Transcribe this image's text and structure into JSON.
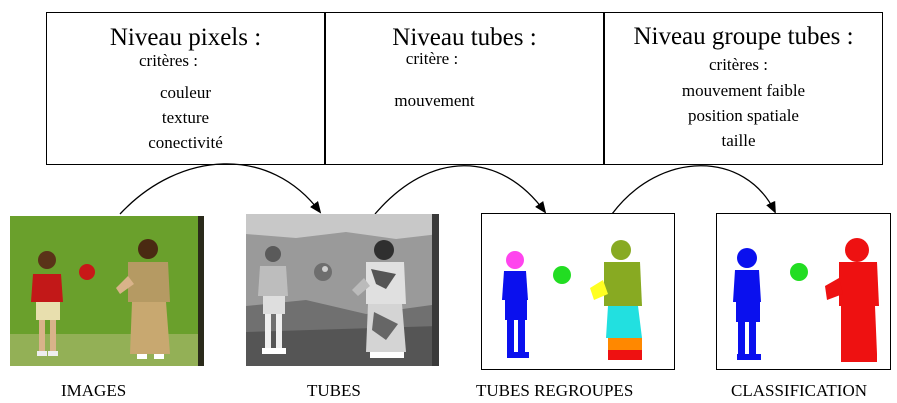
{
  "boxes": [
    {
      "title": "Niveau pixels :",
      "subtitle": "critères :",
      "items": [
        "couleur",
        "texture",
        "conectivité"
      ]
    },
    {
      "title": "Niveau tubes :",
      "subtitle": "critère :",
      "items": [
        "mouvement"
      ]
    },
    {
      "title": "Niveau groupe tubes :",
      "subtitle": "critères :",
      "items": [
        "mouvement faible",
        "position spatiale",
        "taille"
      ]
    }
  ],
  "panels": [
    {
      "caption": "IMAGES"
    },
    {
      "caption": "TUBES"
    },
    {
      "caption": "TUBES REGROUPES"
    },
    {
      "caption": "CLASSIFICATION"
    }
  ],
  "colors": {
    "green_background": "#6aa02c",
    "floor": "#b5bd7a",
    "gray_background": "#9a9a9a",
    "segment_blue": "#0a10ee",
    "segment_magenta": "#ff44ee",
    "segment_green": "#22dd22",
    "segment_yellow": "#ffff22",
    "segment_cyan": "#22e0e0",
    "segment_olive": "#88aa22",
    "segment_red": "#ee1111",
    "segment_orange": "#ff8800"
  }
}
